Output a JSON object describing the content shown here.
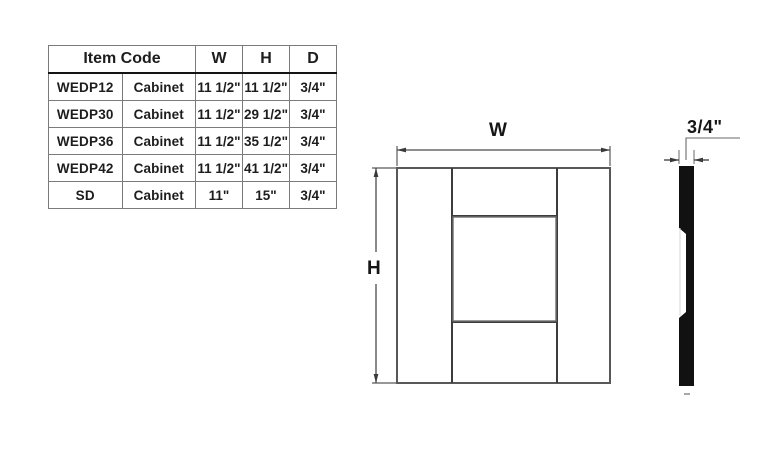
{
  "table": {
    "headers": {
      "item_code": "Item Code",
      "width": "W",
      "height": "H",
      "depth": "D"
    },
    "rows": [
      {
        "code": "WEDP12",
        "type": "Cabinet",
        "w": "11 1/2\"",
        "h": "11 1/2\"",
        "d": "3/4\""
      },
      {
        "code": "WEDP30",
        "type": "Cabinet",
        "w": "11 1/2\"",
        "h": "29 1/2\"",
        "d": "3/4\""
      },
      {
        "code": "WEDP36",
        "type": "Cabinet",
        "w": "11 1/2\"",
        "h": "35 1/2\"",
        "d": "3/4\""
      },
      {
        "code": "WEDP42",
        "type": "Cabinet",
        "w": "11 1/2\"",
        "h": "41 1/2\"",
        "d": "3/4\""
      },
      {
        "code": "SD",
        "type": "Cabinet",
        "w": "11\"",
        "h": "15\"",
        "d": "3/4\""
      }
    ]
  },
  "drawing": {
    "front_view": {
      "width_dimension_label": "W",
      "height_dimension_label": "H"
    },
    "side_view": {
      "thickness_dimension_label": "3/4\""
    }
  },
  "colors": {
    "line": "#4d4d4d",
    "line_dark": "#1a1a1a",
    "profile_fill": "#111111",
    "table_border": "#7b7b7b",
    "text": "#1d1d1d",
    "background": "#ffffff"
  }
}
